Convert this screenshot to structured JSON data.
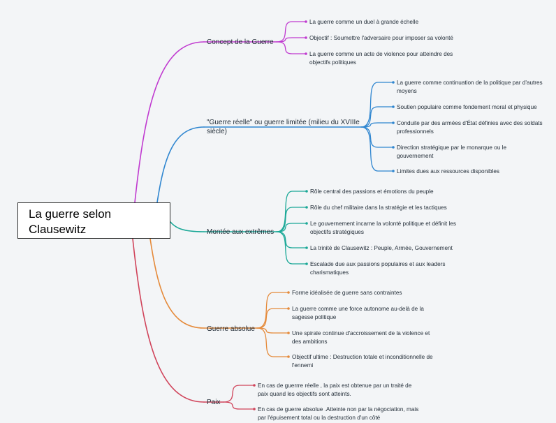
{
  "root": {
    "title_line1": "La guerre selon",
    "title_line2": "Clausewitz"
  },
  "colors": {
    "concept": "#c03ad0",
    "reelle": "#2f86d0",
    "montee": "#1aa897",
    "absolue": "#e58a3a",
    "paix": "#d0435a"
  },
  "branches": [
    {
      "label": "Concept de la Guerre",
      "color": "#c03ad0",
      "children": [
        "La guerre comme un duel à grande échelle",
        "Objectif : Soumettre l'adversaire pour imposer sa volonté",
        "La guerre comme un acte de violence pour atteindre des objectifs politiques"
      ]
    },
    {
      "label": "\"Guerre réelle\" ou guerre limitée (milieu du XVIIIe siècle)",
      "color": "#2f86d0",
      "children": [
        "La guerre comme continuation de la politique par d'autres moyens",
        "Soutien populaire comme fondement moral et physique",
        "Conduite par des armées d'État définies avec des soldats professionnels",
        "Direction stratégique par le monarque ou le gouvernement",
        "Limites dues aux ressources disponibles"
      ]
    },
    {
      "label": "Montée aux extrêmes",
      "color": "#1aa897",
      "children": [
        "Rôle central des passions et émotions du peuple",
        "Rôle du chef militaire dans la stratégie et les tactiques",
        "Le gouvernement incarne la volonté politique et définit les objectifs stratégiques",
        "La trinité de Clausewitz : Peuple, Armée, Gouvernement",
        "Escalade due aux passions populaires et aux leaders charismatiques"
      ]
    },
    {
      "label": "Guerre absolue",
      "color": "#e58a3a",
      "children": [
        "Forme idéalisée de guerre sans contraintes",
        "La guerre comme une force autonome au-delà de la sagesse politique",
        "Une spirale continue d'accroissement de la violence et des ambitions",
        "Objectif ultime : Destruction totale et inconditionnelle de l'ennemi"
      ]
    },
    {
      "label": "Paix",
      "color": "#d0435a",
      "children": [
        "En cas de guerrre réelle , la paix est obtenue par un traité de paix quand les objectifs sont atteints.",
        "En cas de guerre absolue .Atteinte non par la négociation, mais par l'épuisement total ou la destruction d'un côté"
      ]
    }
  ]
}
